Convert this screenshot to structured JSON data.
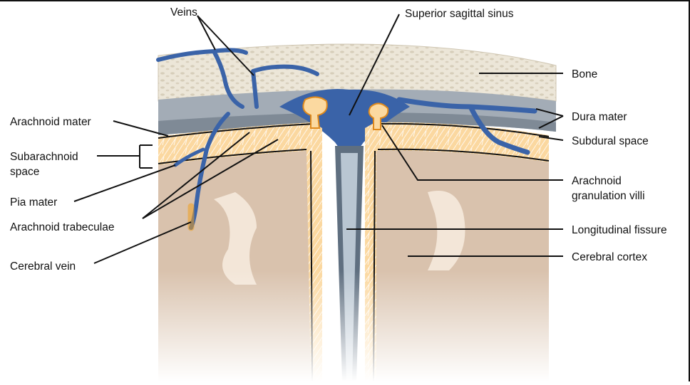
{
  "labels": {
    "veins": "Veins",
    "superior_sagittal_sinus": "Superior sagittal sinus",
    "bone": "Bone",
    "dura_mater": "Dura mater",
    "subdural_space": "Subdural space",
    "arachnoid_mater": "Arachnoid mater",
    "subarachnoid_space_1": "Subarachnoid",
    "subarachnoid_space_2": "space",
    "arachnoid_granulation_1": "Arachnoid",
    "arachnoid_granulation_2": "granulation villi",
    "pia_mater": "Pia mater",
    "arachnoid_trabeculae": "Arachnoid trabeculae",
    "longitudinal_fissure": "Longitudinal fissure",
    "cerebral_cortex": "Cerebral cortex",
    "cerebral_vein": "Cerebral vein"
  },
  "colors": {
    "bone": "#e9e3d6",
    "dura": "#9aa3ad",
    "vein": "#3a63a8",
    "arachnoid_orange": "#f6a623",
    "subarachnoid_fill": "#fbd9a0",
    "cortex": "#d9c2ad",
    "fissure": "#5f6f80"
  }
}
